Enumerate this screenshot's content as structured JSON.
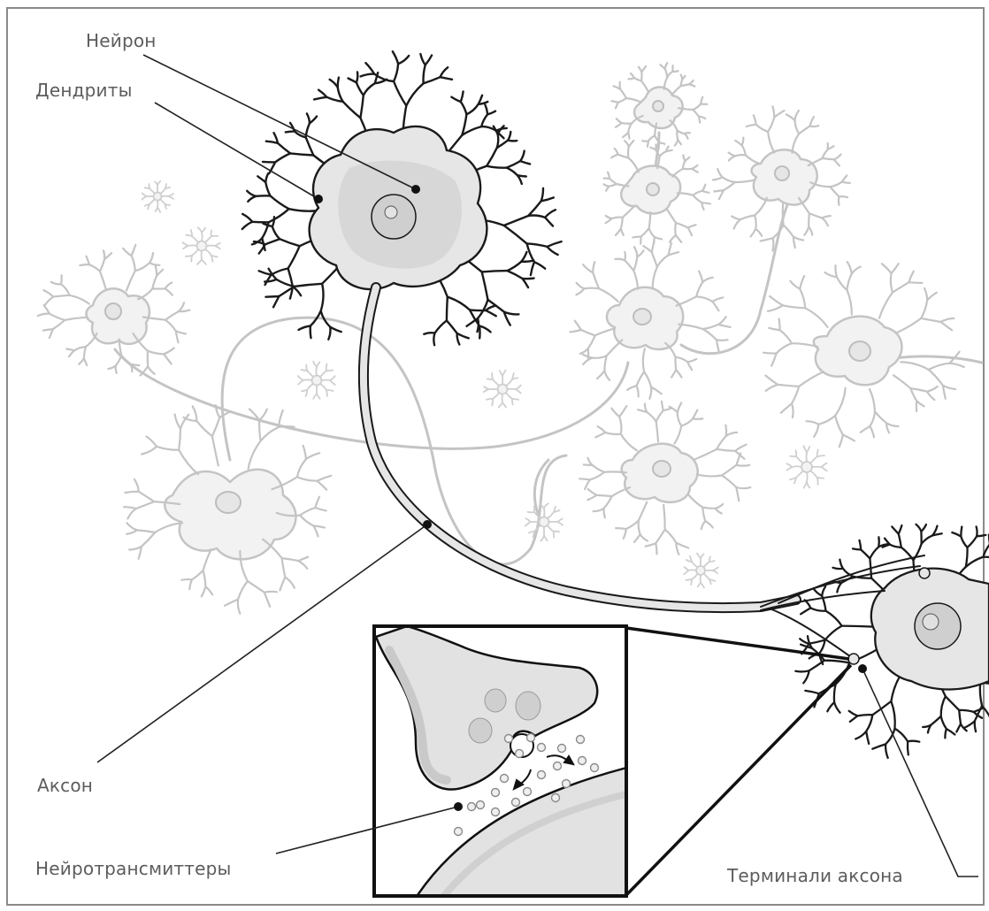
{
  "labels": {
    "neuron": "Нейрон",
    "dendrites": "Дендриты",
    "axon": "Аксон",
    "neurotransmitters": "Нейротрансмиттеры",
    "axon_terminals": "Терминали аксона"
  },
  "colors": {
    "frame": "#8a8a8a",
    "ink": "#111111",
    "cell_fill": "#e6e6e6",
    "cell_shade": "#cfcfcf",
    "faint_outline": "#c2c2c2",
    "faint_fill": "#f1f1f1",
    "label_text": "#5c5c5c"
  }
}
